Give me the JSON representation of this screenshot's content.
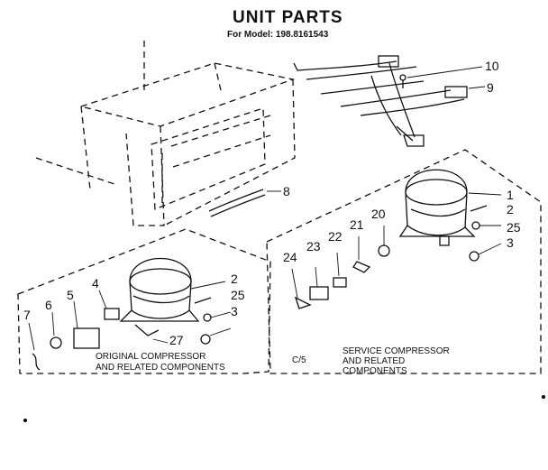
{
  "header": {
    "title": "UNIT PARTS",
    "subtitle": "For Model: 198.8161543"
  },
  "callouts": {
    "c10": "10",
    "c9": "9",
    "c8": "8",
    "c1": "1",
    "c2a": "2",
    "c25a": "25",
    "c3a": "3",
    "c20": "20",
    "c21": "21",
    "c22": "22",
    "c23": "23",
    "c24": "24",
    "c7": "7",
    "c6": "6",
    "c5": "5",
    "c4": "4",
    "c2b": "2",
    "c25b": "25",
    "c3b": "3",
    "c27": "27"
  },
  "captions": {
    "original_line1": "ORIGINAL COMPRESSOR",
    "original_line2": "AND RELATED COMPONENTS",
    "service_code": "C/5",
    "service_line1": "SERVICE COMPRESSOR",
    "service_line2": "AND RELATED",
    "service_line3": "COMPONENTS"
  }
}
